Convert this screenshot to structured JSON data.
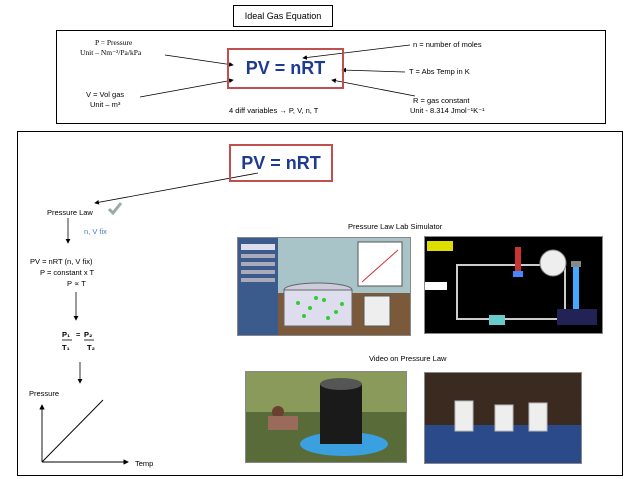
{
  "header": {
    "title": "Ideal Gas Equation"
  },
  "top_panel": {
    "equation": "PV = nRT",
    "pressure_line1": "P  = Pressure",
    "pressure_line2": "Unit – Nm⁻²/Pa/kPa",
    "volume_line1": "V  = Vol gas",
    "volume_line2": "Unit – m³",
    "moles": "n  = number of moles",
    "temperature": "T  = Abs Temp in K",
    "gas_constant_line1": "R  =  gas constant",
    "gas_constant_line2": "Unit - 8.314 Jmol⁻¹K⁻¹",
    "variables_note": "4 diff variables → P, V, n, T"
  },
  "bottom_panel": {
    "equation": "PV = nRT",
    "law_name": "Pressure Law",
    "fixed_note": "n, V fix",
    "derivation_line1": "PV = nRT (n, V fix)",
    "derivation_line2": "P = constant x T",
    "derivation_line3": "P ∝ T",
    "ratio_p1": "P₁",
    "ratio_eq": "=",
    "ratio_p2": "P₂",
    "ratio_t1": "T₁",
    "ratio_t2": "T₂",
    "graph_ylabel": "Pressure",
    "graph_xlabel": "Temp",
    "simulator_title": "Pressure Law Lab Simulator",
    "video_title": "Video on Pressure Law"
  },
  "colors": {
    "eq_border": "#c0504d",
    "eq_text": "#1f3a93",
    "accent_blue": "#4a7fc1"
  }
}
